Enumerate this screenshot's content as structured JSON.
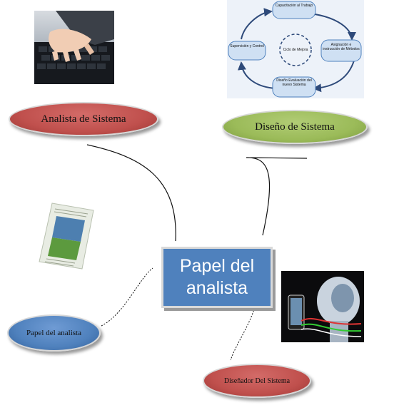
{
  "center": {
    "line1": "Papel del",
    "line2": "analista"
  },
  "nodes": {
    "analista_sistema": "Analista de Sistema",
    "diseno_sistema": "Diseño de Sistema",
    "papel_analista": "Papel del analista",
    "disenador": "Diseñador Del Sistema"
  },
  "cycle_image": {
    "center_label": "Ciclo de Mejora",
    "steps": [
      "Capacitación al Trabajo",
      "Asignación e instrucción de Métodos",
      "Diseño Evaluación del nuevo Sistema",
      "Supervisión y Control"
    ]
  },
  "images": [
    "keyboard-photo",
    "cycle-diagram-image",
    "document-image",
    "robot-phone-image"
  ],
  "colors": {
    "red_node": "#c0504d",
    "green_node": "#9bbb59",
    "blue_node": "#4f81bd",
    "center_box": "#4f81bd"
  }
}
